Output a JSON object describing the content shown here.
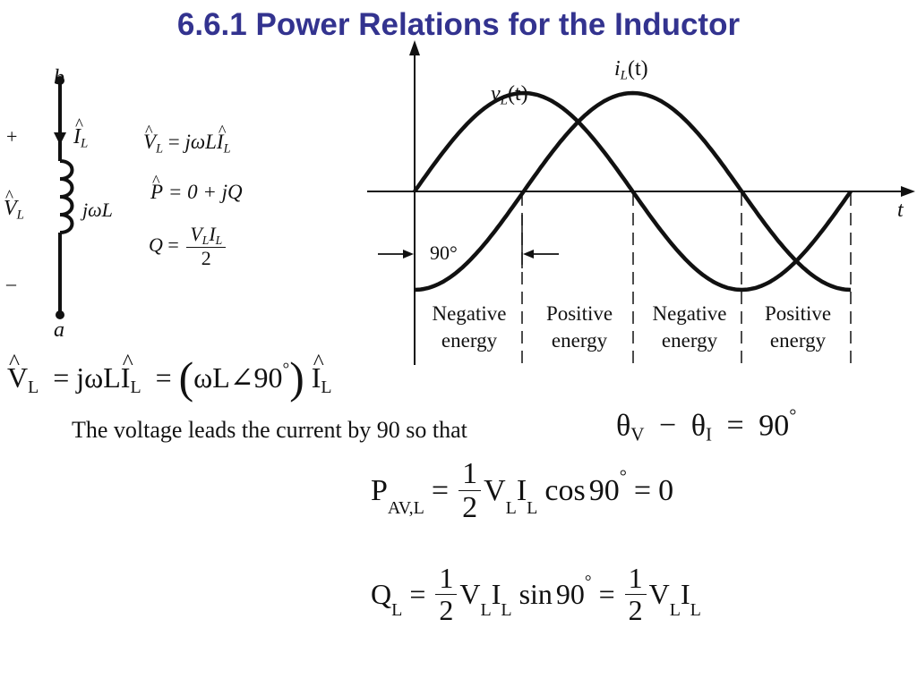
{
  "title": "6.6.1 Power Relations for the Inductor",
  "circuit": {
    "node_top": "b",
    "node_bottom": "a",
    "plus": "+",
    "minus": "–",
    "current_label": "I",
    "current_sub": "L",
    "voltage_label": "V",
    "voltage_sub": "L",
    "impedance": "jωL"
  },
  "small_equations": {
    "eq1": {
      "lhs": "V",
      "lhs_sub": "L",
      "eq": "=",
      "mid": "jωL",
      "i": "I",
      "i_sub": "L"
    },
    "eq2": {
      "lhs": "P",
      "rhs": "= 0 + jQ"
    },
    "eq3": {
      "lhs": "Q",
      "eq": "=",
      "num": "V",
      "num_sub1": "L",
      "num2": "I",
      "num_sub2": "L",
      "den": "2"
    }
  },
  "graph": {
    "curve_v": "v",
    "curve_v_sub": "L",
    "curve_v_arg": "(t)",
    "curve_i": "i",
    "curve_i_sub": "L",
    "curve_i_arg": "(t)",
    "t_label": "t",
    "phase_label": "90°",
    "regions": [
      {
        "line1": "Negative",
        "line2": "energy"
      },
      {
        "line1": "Positive",
        "line2": "energy"
      },
      {
        "line1": "Negative",
        "line2": "energy"
      },
      {
        "line1": "Positive",
        "line2": "energy"
      }
    ]
  },
  "eq_main": {
    "v": "V",
    "v_sub": "L",
    "eq": "=",
    "jwl": "jωL",
    "i": "I",
    "i_sub": "L",
    "eq2": "=",
    "wl": "ωL∠",
    "angle": "90",
    "deg": "°",
    "i2": "I",
    "i2_sub": "L"
  },
  "leads_text": "The voltage leads the current by 90 so that",
  "theta_eq": {
    "t1": "θ",
    "t1_sub": "V",
    "minus": "−",
    "t2": "θ",
    "t2_sub": "I",
    "eq": "=",
    "val": "90",
    "deg": "°"
  },
  "pav_eq": {
    "lhs": "P",
    "lhs_sub": "AV,L",
    "eq": "=",
    "num": "1",
    "den": "2",
    "v": "V",
    "v_sub": "L",
    "i": "I",
    "i_sub": "L",
    "func": "cos",
    "angle": "90",
    "deg": "°",
    "eq2": "=",
    "result": "0"
  },
  "q_eq": {
    "lhs": "Q",
    "lhs_sub": "L",
    "eq": "=",
    "num": "1",
    "den": "2",
    "v": "V",
    "v_sub": "L",
    "i": "I",
    "i_sub": "L",
    "func": "sin",
    "angle": "90",
    "deg": "°",
    "eq2": "=",
    "num2": "1",
    "den2": "2",
    "v2": "V",
    "v2_sub": "L",
    "i2": "I",
    "i2_sub": "L"
  }
}
